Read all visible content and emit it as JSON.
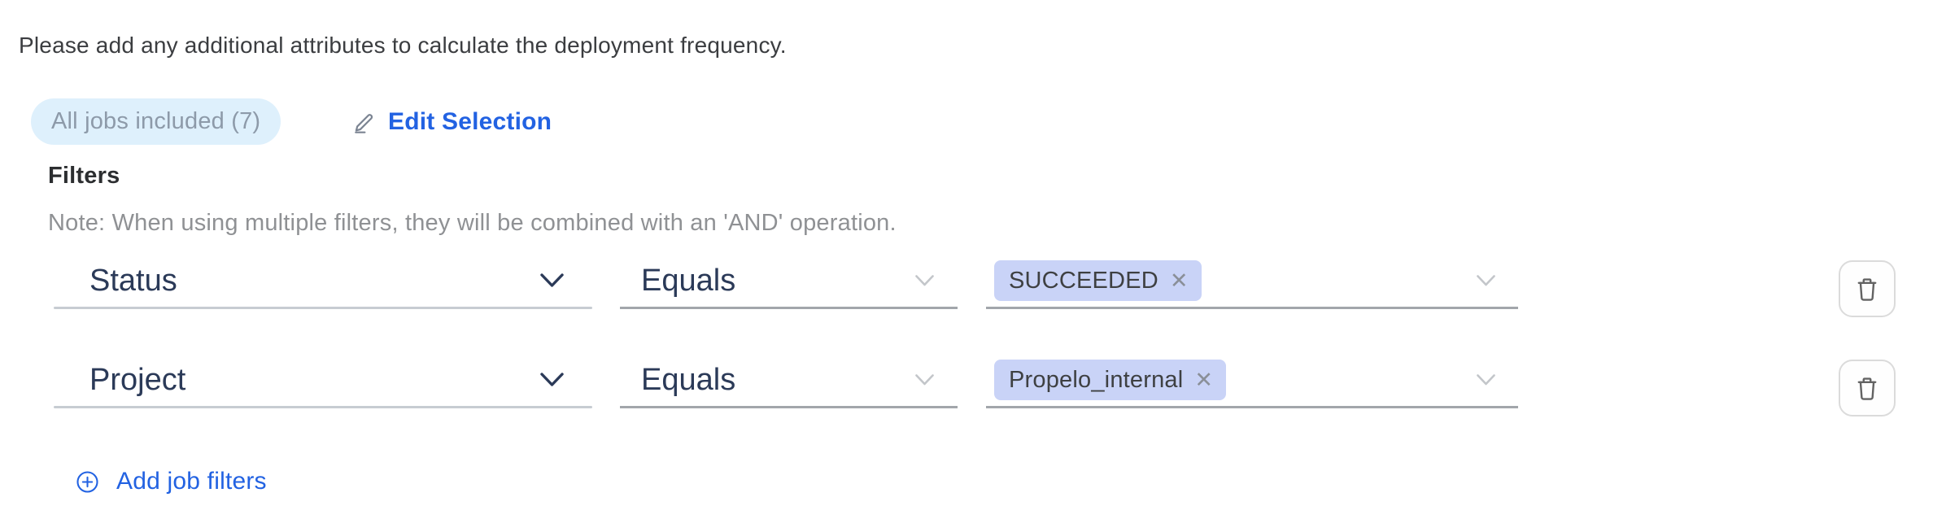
{
  "title": "Please add any additional attributes to calculate the deployment frequency.",
  "jobs_summary": {
    "badge_label": "All jobs included (7)",
    "edit_button": "Edit Selection"
  },
  "filters": {
    "heading": "Filters",
    "note": "Note: When using multiple filters, they will be combined with an 'AND' operation.",
    "rows": [
      {
        "attribute": "Status",
        "operator": "Equals",
        "values": [
          {
            "label": "SUCCEEDED"
          }
        ]
      },
      {
        "attribute": "Project",
        "operator": "Equals",
        "values": [
          {
            "label": "Propelo_internal"
          }
        ]
      }
    ],
    "add_button": "Add job filters"
  },
  "icons": {
    "edit": "pencil-underline-icon",
    "remove_glyph": "✕",
    "expand": "chevron-down-icon",
    "delete": "trash-icon",
    "add": "circle-plus-icon"
  },
  "colors": {
    "accent_blue": "#2262e2",
    "badge_bg": "#def0fc",
    "badge_text": "#8d9aa9",
    "tag_bg": "#c9d3f7",
    "select_text": "#2b3a58",
    "muted_text": "#8f9194"
  }
}
